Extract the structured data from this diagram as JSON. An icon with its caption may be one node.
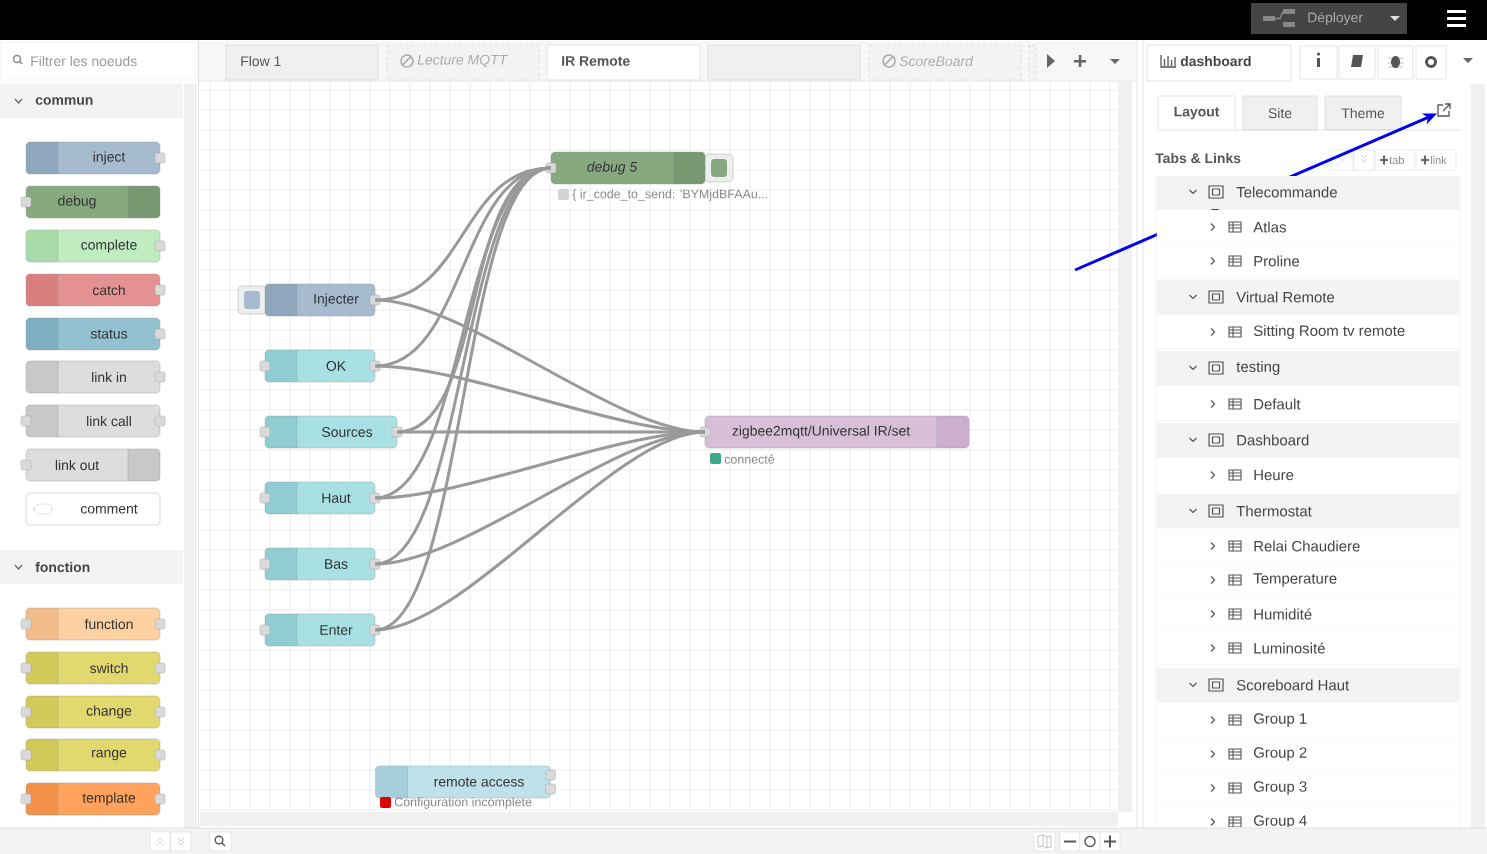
{
  "diagram": {
    "nodes": [
      {
        "text": [
          "inject"
        ]
      },
      {
        "text": [
          "debug"
        ]
      },
      {
        "text": [
          "complete"
        ]
      },
      {
        "text": [
          "catch"
        ]
      },
      {
        "text": [
          "status"
        ]
      },
      {
        "text": [
          "link in"
        ]
      },
      {
        "text": [
          "link call"
        ]
      },
      {
        "text": [
          "link out"
        ]
      },
      {
        "text": [
          "comment"
        ]
      },
      {
        "text": [
          "function"
        ]
      },
      {
        "text": [
          "switch"
        ]
      },
      {
        "text": [
          "change"
        ]
      },
      {
        "text": [
          "range"
        ]
      },
      {
        "text": [
          "template"
        ]
      },
      {
        "text": [
          "debug 5"
        ],
        "beside": [
          "{ ir_code_to_send: 'BYMjdBFAAu..."
        ]
      },
      {
        "text": [
          "Injecter"
        ]
      },
      {
        "text": [
          "OK"
        ]
      },
      {
        "text": [
          "Sources"
        ]
      },
      {
        "text": [
          "Haut"
        ]
      },
      {
        "text": [
          "Bas"
        ]
      },
      {
        "text": [
          "Enter"
        ]
      },
      {
        "text": [
          "zigbee2mqtt/Universal IR/set"
        ],
        "beside": [
          "connecté"
        ]
      },
      {
        "text": [
          "remote access"
        ],
        "beside": [
          "Configuration incomplete"
        ]
      },
      {
        "text": [],
        "shape": "picture"
      }
    ],
    "edges": [
      {
        "from": 15,
        "to": 14,
        "arrow": "none"
      },
      {
        "from": 15,
        "to": 21,
        "arrow": "none"
      },
      {
        "from": 16,
        "to": 14,
        "arrow": "none"
      },
      {
        "from": 16,
        "to": 21,
        "arrow": "none"
      },
      {
        "from": 17,
        "to": 14,
        "arrow": "none"
      },
      {
        "from": 17,
        "to": 21,
        "arrow": "none"
      },
      {
        "from": 18,
        "to": 14,
        "arrow": "none"
      },
      {
        "from": 18,
        "to": 21,
        "arrow": "none"
      },
      {
        "from": 19,
        "to": 14,
        "arrow": "none"
      },
      {
        "from": 19,
        "to": 21,
        "arrow": "none"
      },
      {
        "from": 20,
        "to": 14,
        "arrow": "none"
      },
      {
        "from": 20,
        "to": 21,
        "arrow": "none"
      },
      {
        "from": null,
        "to": 23,
        "arrow": "to",
        "color": "#0000ee"
      }
    ],
    "labels": [
      "Filtrer les noeuds",
      "Flow 1",
      "Lecture MQTT",
      "IR Remote",
      "ScoreBoard",
      "Déployer",
      "dashboard",
      "commun",
      "fonction",
      "Layout",
      "Site",
      "Theme",
      "Tabs & Links",
      "tab",
      "link",
      "Telecommande",
      "Atlas",
      "Proline",
      "Virtual Remote",
      "Sitting Room tv remote",
      "testing",
      "Default",
      "Dashboard",
      "Heure",
      "Thermostat",
      "Relai Chaudiere",
      "Temperature",
      "Humidité",
      "Luminosité",
      "Scoreboard Haut",
      "Group 1",
      "Group 2",
      "Group 3",
      "Group 4"
    ]
  }
}
